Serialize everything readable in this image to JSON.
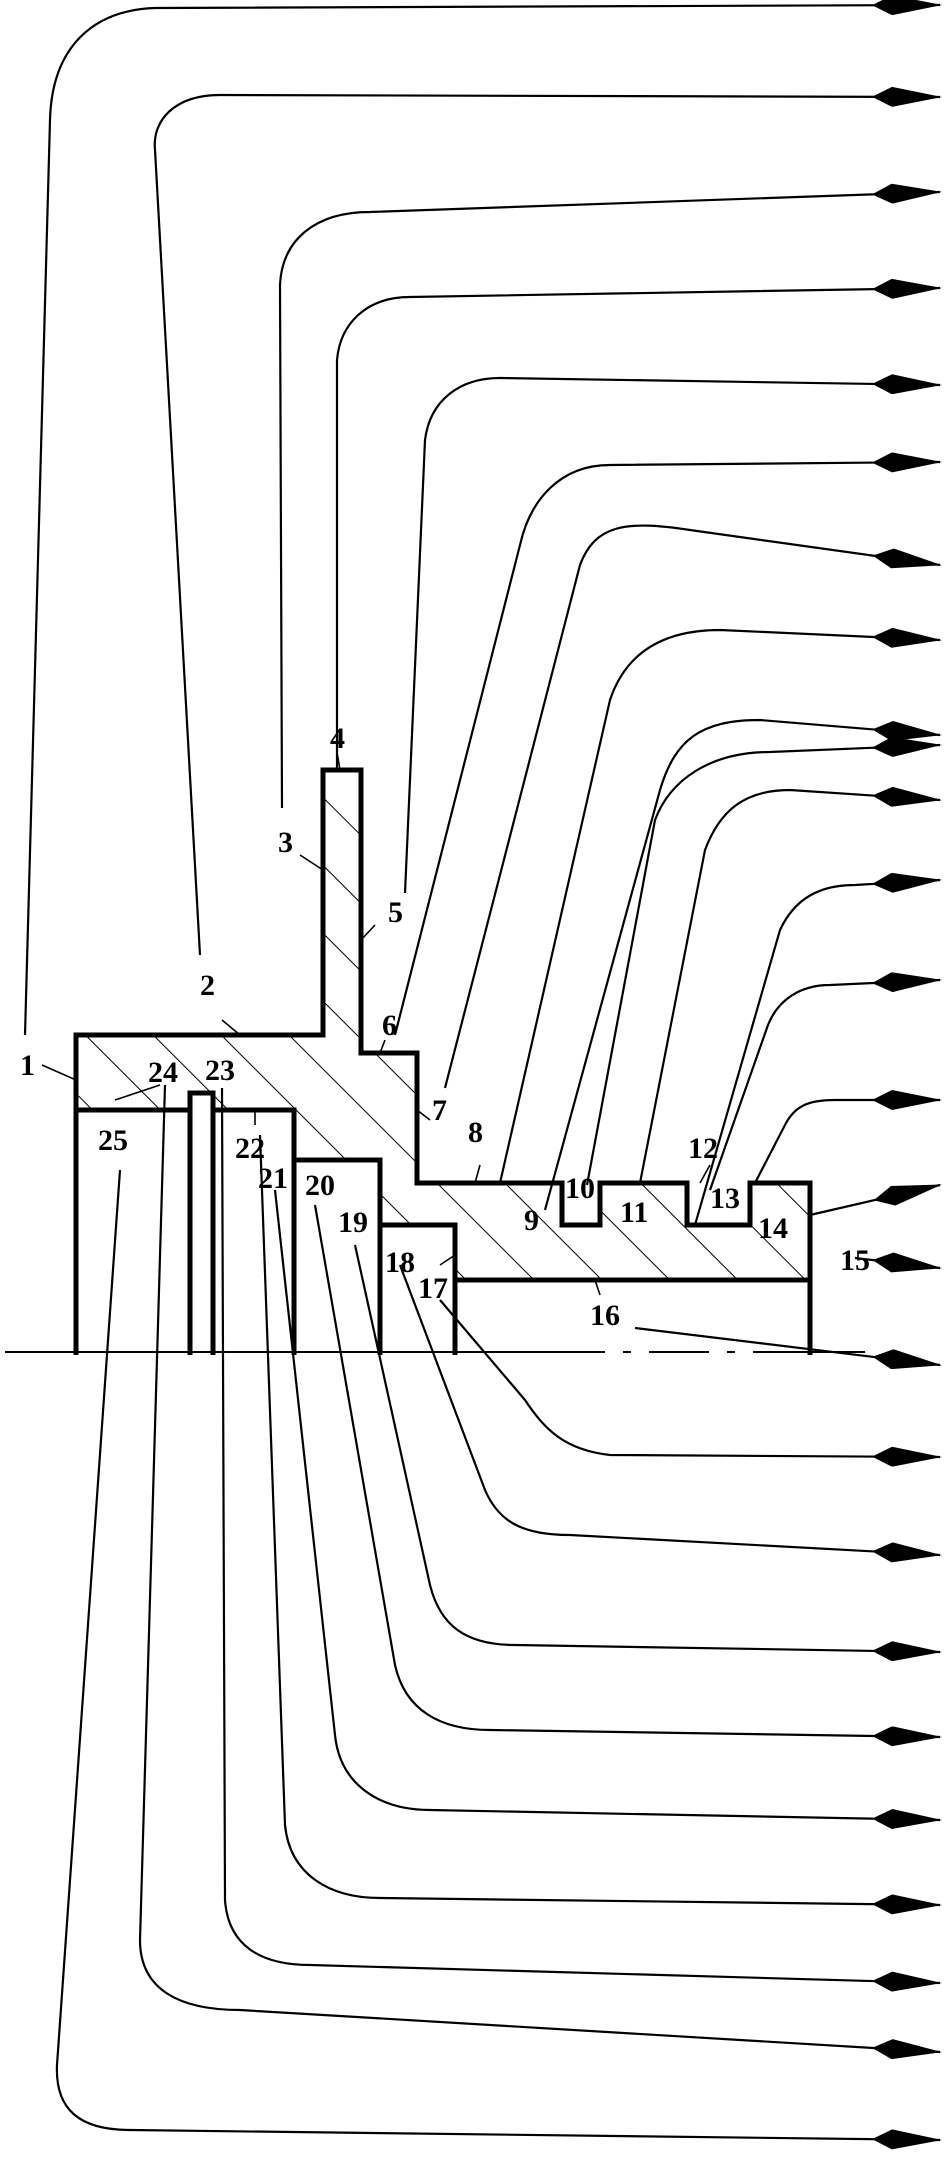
{
  "diagram": {
    "labels": [
      "1",
      "2",
      "3",
      "4",
      "5",
      "6",
      "7",
      "8",
      "9",
      "10",
      "11",
      "12",
      "13",
      "14",
      "15",
      "16",
      "17",
      "18",
      "19",
      "20",
      "21",
      "22",
      "23",
      "24",
      "25"
    ],
    "colors": {
      "line": "#000000",
      "background": "#ffffff"
    }
  }
}
